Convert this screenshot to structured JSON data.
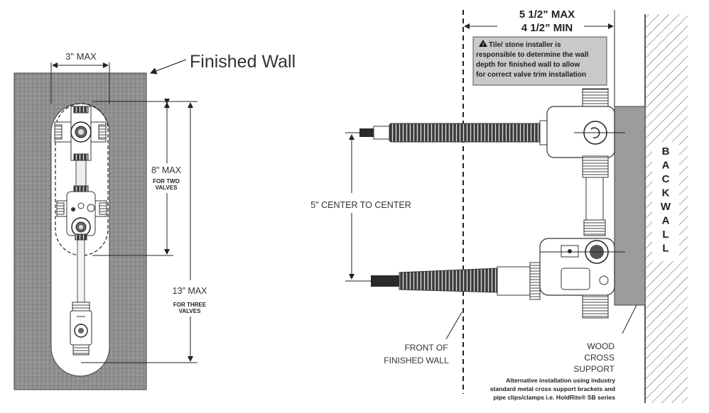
{
  "left": {
    "finished_wall": "Finished Wall",
    "width_max": "3\" MAX",
    "two_valves_max": "8\" MAX",
    "two_valves_note_1": "FOR TWO",
    "two_valves_note_2": "VALVES",
    "three_valves_max": "13\" MAX",
    "three_valves_note_1": "FOR THREE",
    "three_valves_note_2": "VALVES"
  },
  "right": {
    "depth_max": "5 1/2” MAX",
    "depth_min": "4 1/2” MIN",
    "warning_line_1": "Tile/ stone installer is",
    "warning_line_2": "responsible to determine the wall",
    "warning_line_3": "depth for finished wall to allow",
    "warning_line_4": "for correct valve trim installation",
    "center_to_center": "5\" CENTER TO CENTER",
    "front_wall_1": "FRONT OF",
    "front_wall_2": "FINISHED WALL",
    "back_wall_letters": [
      "B",
      "A",
      "C",
      "K",
      "W",
      "A",
      "L",
      "L"
    ],
    "wood_1": "WOOD",
    "wood_2": "CROSS",
    "wood_3": "SUPPORT",
    "alt_1": "Alternative installation using industry",
    "alt_2": "standard metal cross support brackets and",
    "alt_3": "pipe clips/clamps i.e. HoldRite® SB series"
  }
}
